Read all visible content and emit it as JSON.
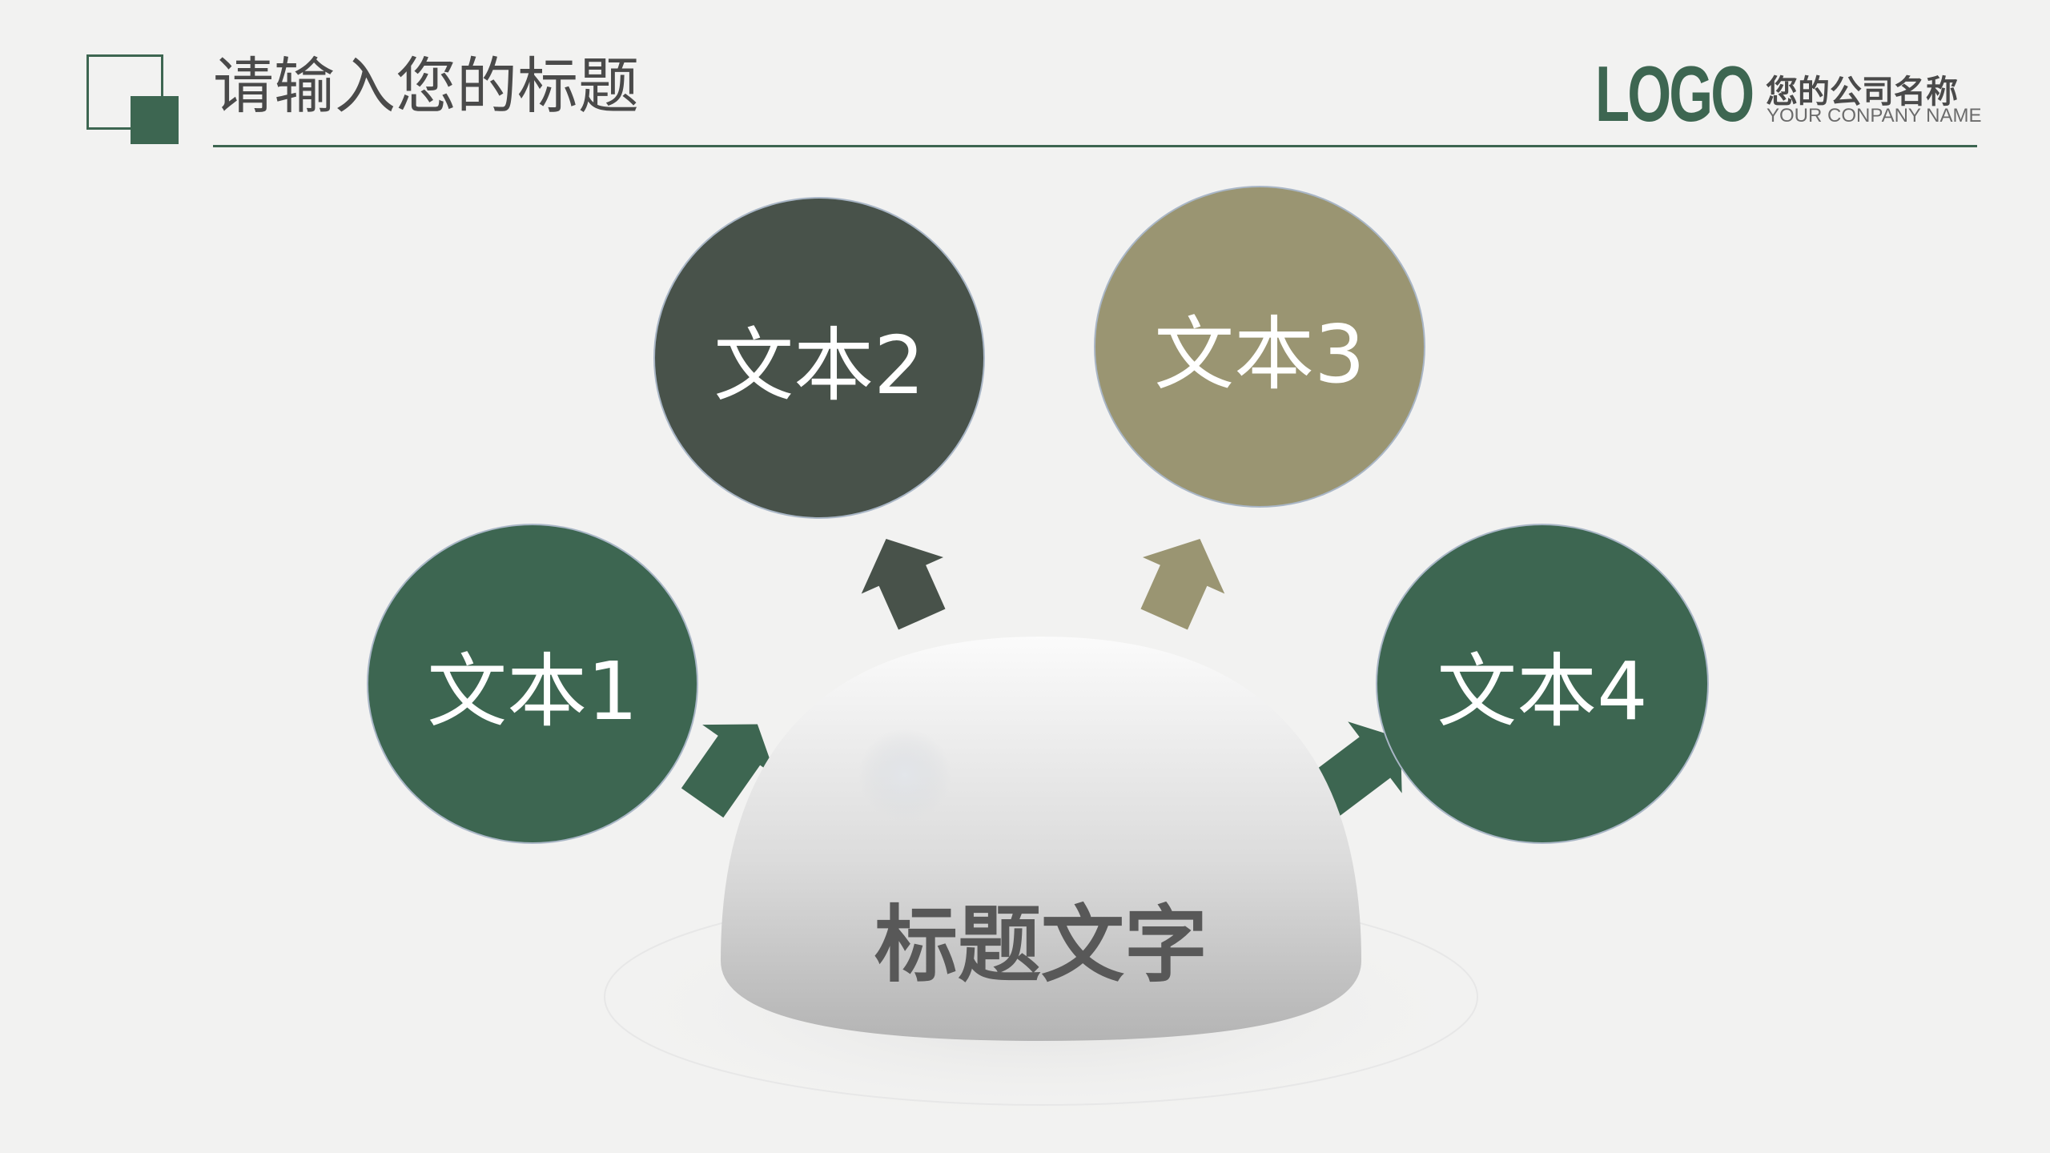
{
  "header": {
    "title": "请输入您的标题",
    "logo": "LOGO",
    "company_name_cn": "您的公司名称",
    "company_name_en": "YOUR CONPANY NAME"
  },
  "diagram": {
    "center_label": "标题文字",
    "nodes": [
      {
        "label": "文本1",
        "color": "#3d6651"
      },
      {
        "label": "文本2",
        "color": "#48524a"
      },
      {
        "label": "文本3",
        "color": "#9a9572"
      },
      {
        "label": "文本4",
        "color": "#3d6651"
      }
    ]
  },
  "colors": {
    "accent": "#3d6651",
    "background": "#f2f2f1"
  }
}
